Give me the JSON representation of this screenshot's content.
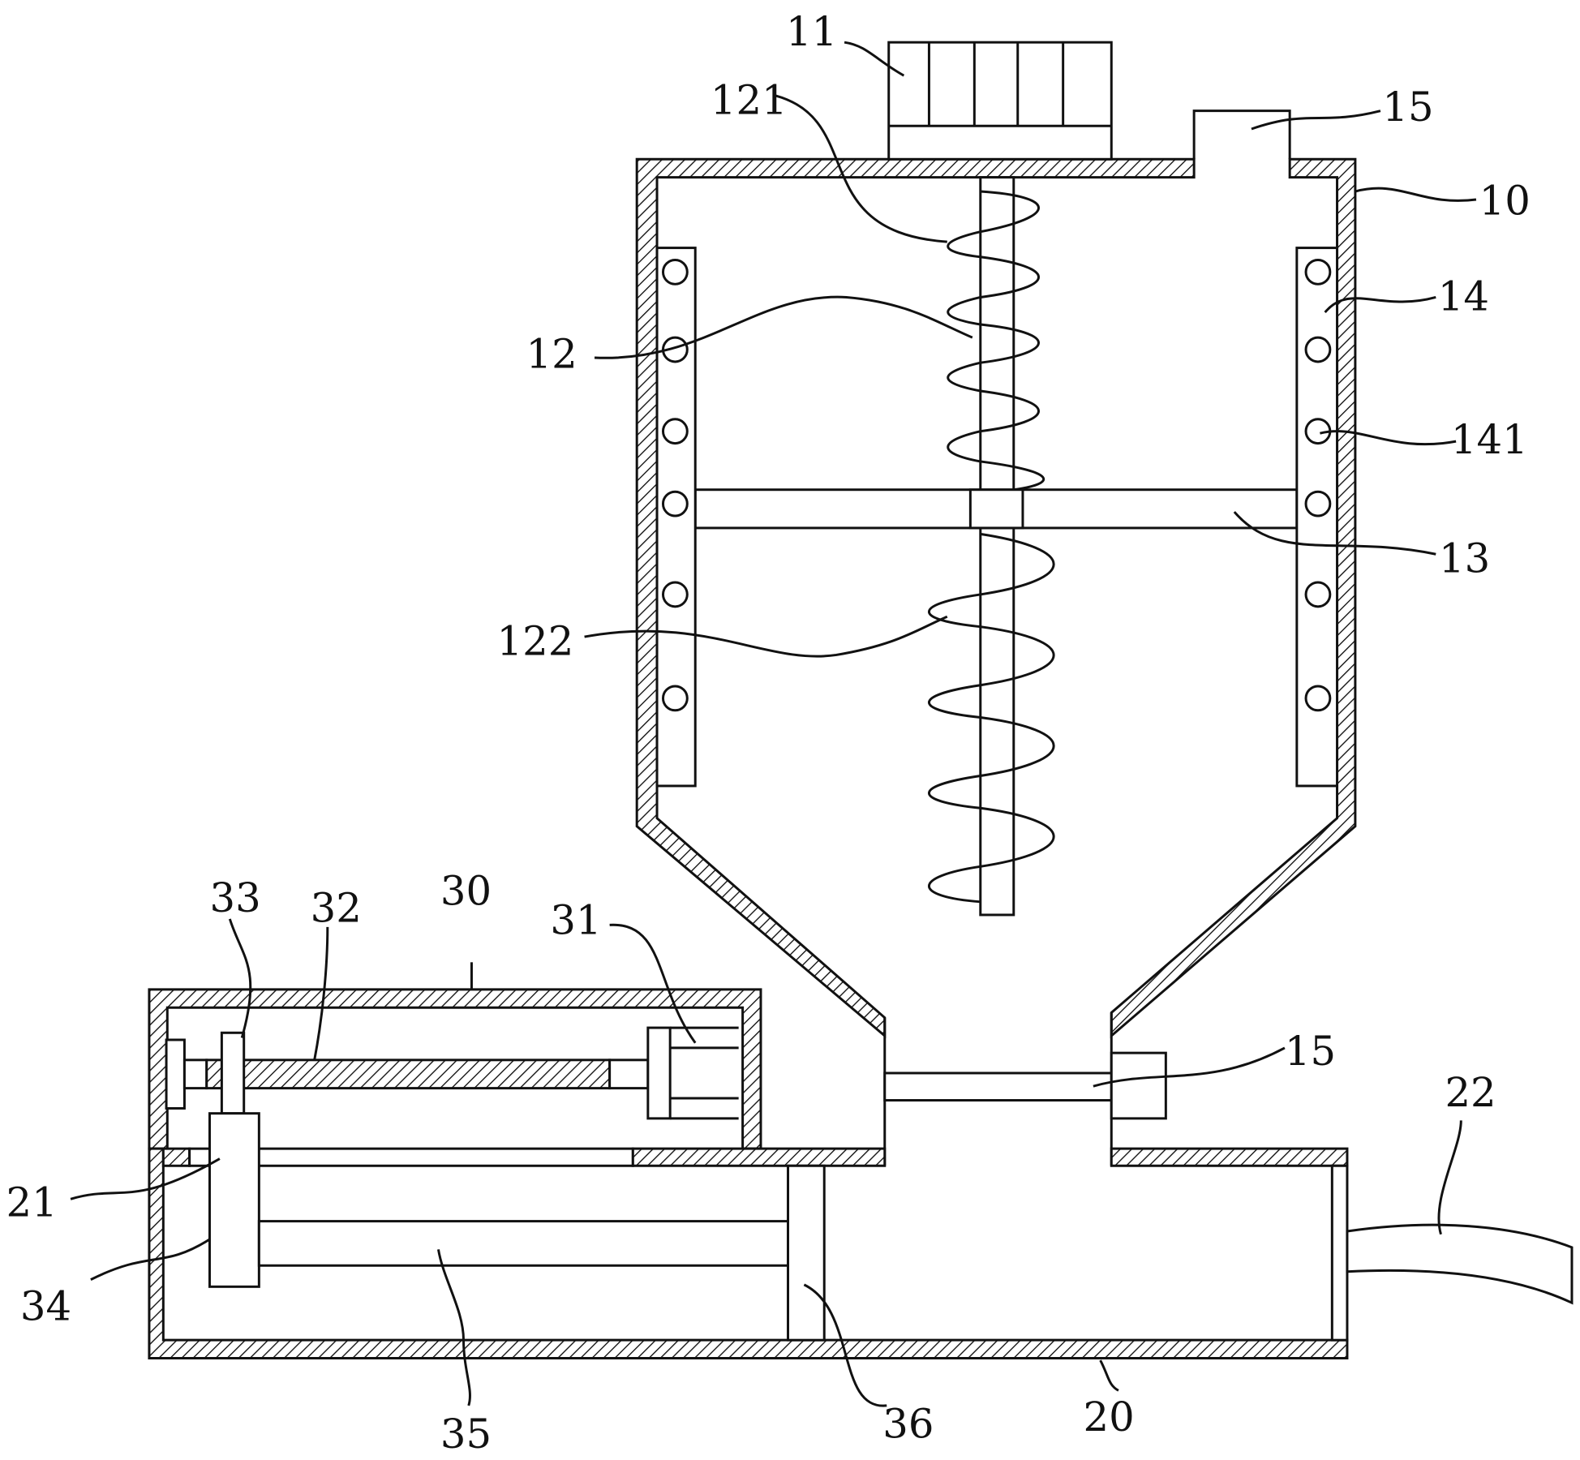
{
  "labels": {
    "motor": "11",
    "spiral_upper": "121",
    "inlet": "15",
    "housing": "10",
    "plate": "14",
    "spiral_blade": "12",
    "holes": "141",
    "crossbar": "13",
    "spiral_lower": "122",
    "slider": "33",
    "screw": "32",
    "upper_box": "30",
    "cylinder": "31",
    "valve": "15",
    "hose": "22",
    "base_plate": "21",
    "piston": "34",
    "piston_rod": "35",
    "push_plate": "36",
    "base": "20"
  },
  "colors": {
    "line": "#111111",
    "background": "#ffffff"
  }
}
